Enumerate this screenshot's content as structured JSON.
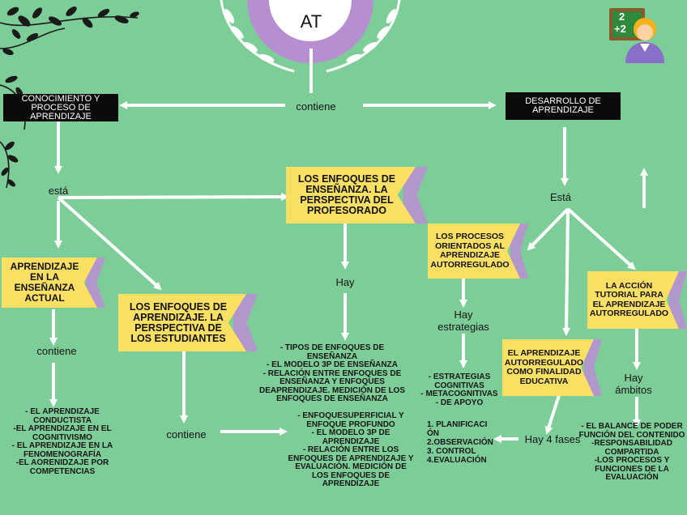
{
  "center_title": "AT",
  "headers": {
    "left": "CONOCIMIENTO Y PROCESO DE APRENDIZAJE",
    "right": "DESARROLLO DE APRENDIZAJE"
  },
  "connectors": {
    "contiene_top": "contiene",
    "esta_left": "está",
    "esta_right": "Está",
    "contiene_left": "contiene",
    "contiene_mid": "contiene",
    "hay_mid": "Hay",
    "hay_estrategias": "Hay\nestrategias",
    "hay_4_fases": "Hay 4 fases",
    "hay_ambitos": "Hay\námbitos"
  },
  "ribbons": {
    "enfoques_profesorado": "LOS ENFOQUES DE ENSEÑANZA. LA PERSPECTIVA DEL PROFESORADO",
    "aprendizaje_actual": "APRENDIZAJE EN LA  ENSEÑANZA ACTUAL",
    "enfoques_estudiantes": "LOS ENFOQUES DE APRENDIZAJE. LA PERSPECTIVA DE LOS ESTUDIANTES",
    "procesos_autorregulado": "LOS PROCESOS ORIENTADOS AL APRENDIZAJE AUTORREGULADO",
    "accion_tutorial": "LA ACCIÓN TUTORIAL PARA EL APRENDIZAJE AUTORREGULADO",
    "finalidad_educativa": "EL APRENDIZAJE AUTORREGULADO COMO FINALIDAD EDUCATIVA"
  },
  "lists": {
    "conductista": "- EL APRENDIZAJE CONDUCTISTA\n-EL APRENDIZAJE EN EL COGNITIVISMO\n- EL APRENDIZAJE EN LA FENOMENOGRAFÍA\n-EL AORENIDZAJE POR COMPETENCIAS",
    "ensenanza": "- TIPOS DE ENFOQUES DE ENSEÑANZA\n- EL MODELO 3P DE ENSEÑANZA\n- RELACIÓN ENTRE ENFOQUES DE ENSEÑANZA Y ENFOQUES DEAPRENDIZAJE. MEDICIÓN DE LOS ENFOQUES DE ENSEÑANZA",
    "aprendizaje": "- ENFOQUESUPERFICIAL Y ENFOQUE PROFUNDO\n- EL MODELO 3P DE APRENDIZAJE\n- RELACIÓN ENTRE LOS ENFOQUES DE APRENDIZAJE Y EVALUACIÓN. MEDICIÓN DE LOS ENFOQUES DE APRENDIZAJE",
    "estrategias": "- ESTRATEGIAS COGNITIVAS\n- METACOGNITIVAS\n- DE APOYO",
    "ambitos": "- EL BALANCE DE PODER FUNCIÓN DEL CONTENIDO\n-RESPONSABILIDAD COMPARTIDA\n-LOS PROCESOS Y FUNCIONES DE LA EVALUACIÓN"
  },
  "fases": [
    "1.  PLANIFICACI ÓN",
    "2.OBSERVACIÓN",
    "3.     CONTROL",
    "4.EVALUACIÓN"
  ],
  "teacher_board": {
    "line1": "2",
    "line2": "+2"
  },
  "colors": {
    "background": "#7dcd98",
    "ribbon_yellow": "#fbe064",
    "ribbon_purple": "#b197cc",
    "circle_purple": "#b58fcf",
    "header_black": "#0b0b0b"
  },
  "icons": [
    "arrow-icon",
    "leaf-icon",
    "teacher-icon"
  ]
}
